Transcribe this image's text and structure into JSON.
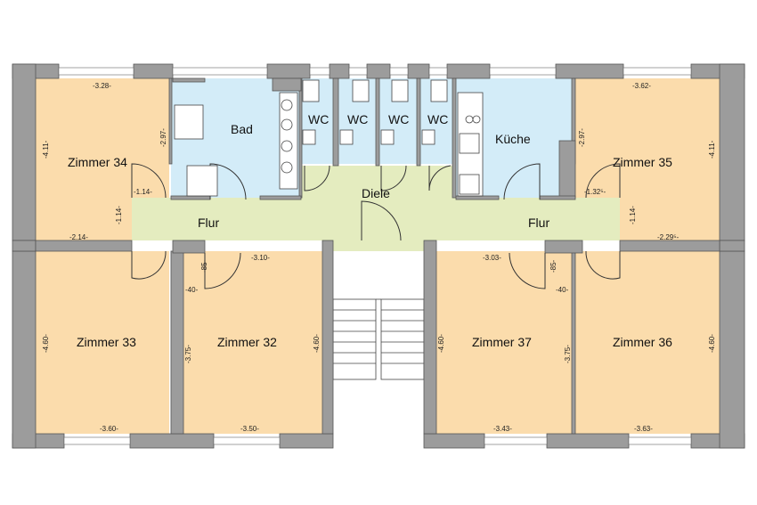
{
  "colors": {
    "zimmer": "#fbdcac",
    "wet": "#d3ecf8",
    "flur": "#e4ecbf",
    "wall": "#9c9c9c",
    "stair_bg": "#ffffff"
  },
  "rooms": {
    "zimmer34": "Zimmer  34",
    "zimmer35": "Zimmer 35",
    "zimmer33": "Zimmer 33",
    "zimmer32": "Zimmer 32",
    "zimmer37": "Zimmer 37",
    "zimmer36": "Zimmer 36",
    "bad": "Bad",
    "wc1": "WC",
    "wc2": "WC",
    "wc3": "WC",
    "wc4": "WC",
    "kueche": "Küche",
    "diele": "Diele",
    "flur_left": "Flur",
    "flur_right": "Flur"
  },
  "dimensions": {
    "z34_top": "-3.28-",
    "z34_left": "-4.11-",
    "z34_right": "-2.97-",
    "z34_door": "-1.14-",
    "z34_flur": "-1.14-",
    "z34_bottom": "-2.14-",
    "z35_top": "-3.62-",
    "z35_right": "-4.11-",
    "z35_left": "-2.97-",
    "z35_door": "-1.32⁵-",
    "z35_flur": "-1.14-",
    "z35_bottom": "-2.29⁵-",
    "flur_left": "-3.10-",
    "flur_right": "-3.03-",
    "z33_left": "-4.60-",
    "z33_bottom": "-3.60-",
    "z32_85": "-85-",
    "z32_40": "-40-",
    "z32_left": "-3.75-",
    "z32_right": "-4.60-",
    "z32_bottom": "-3.50-",
    "z37_left": "-4.60-",
    "z37_bottom": "-3.43-",
    "z36_85": "-85-",
    "z36_40": "-40-",
    "z36_left": "-3.75-",
    "z36_right": "-4.60-",
    "z36_bottom": "-3.63-"
  }
}
